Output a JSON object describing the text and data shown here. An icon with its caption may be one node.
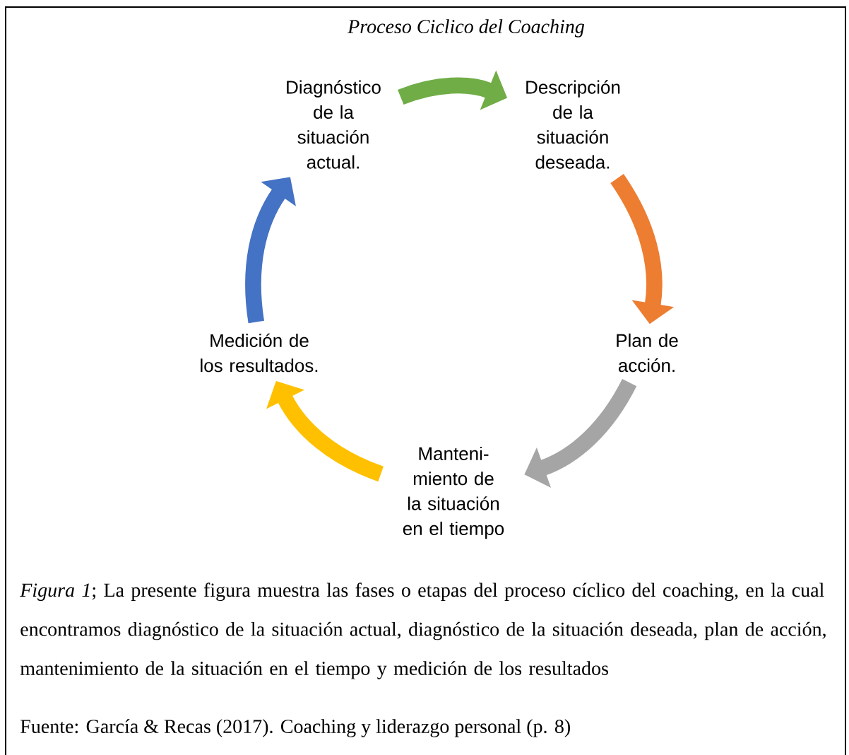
{
  "diagram": {
    "title": "Proceso Ciclico del Coaching",
    "caption": "*Figura 1*; La presente figura muestra las fases o etapas del proceso cíclico del coaching, en la cual encontramos diagnóstico de la situación actual, diagnóstico de la situación deseada, plan de acción, mantenimiento de la situación en el tiempo y medición de los resultados",
    "nodes": [
      {
        "text": [
          "Diagnóstico de la situación actual."
        ]
      },
      {
        "text": [
          "Descripción de la situación deseada."
        ]
      },
      {
        "text": [
          "Plan de acción."
        ]
      },
      {
        "text": [
          "Manteni- miento de la situación en el tiempo"
        ]
      },
      {
        "text": [
          "Medición de los resultados."
        ]
      }
    ],
    "edges": [
      {
        "from": 0,
        "to": 1,
        "arrow": "to",
        "color": "#70ad47"
      },
      {
        "from": 1,
        "to": 2,
        "arrow": "to",
        "color": "#ed7d31"
      },
      {
        "from": 2,
        "to": 3,
        "arrow": "to",
        "color": "#a5a5a5"
      },
      {
        "from": 3,
        "to": 4,
        "arrow": "to",
        "color": "#ffc000"
      },
      {
        "from": 4,
        "to": 0,
        "arrow": "to",
        "color": "#4472c4"
      }
    ],
    "labels": [
      "Fuente: García & Recas (2017). Coaching y liderazgo personal (p. 8)"
    ]
  }
}
